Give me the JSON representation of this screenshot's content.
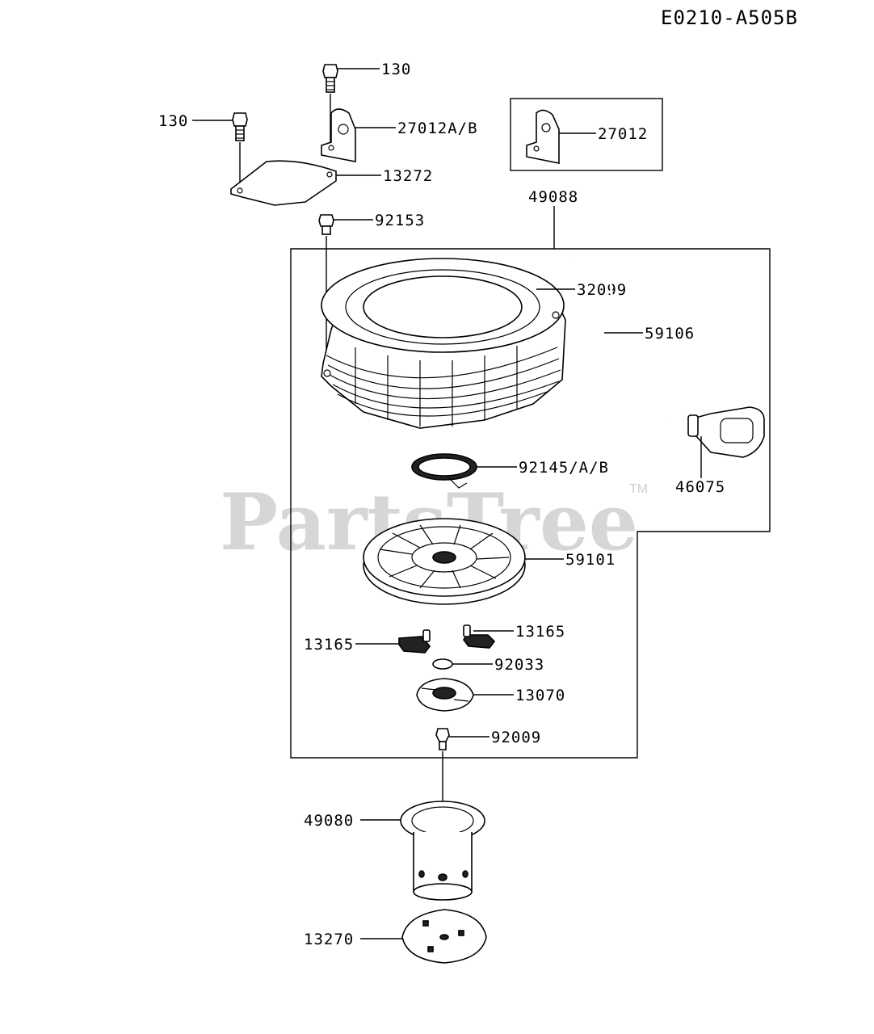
{
  "diagram_code": "E0210-A505B",
  "watermark": "PartsTree",
  "watermark_tm": "TM",
  "labels": {
    "p130_a": "130",
    "p130_b": "130",
    "p27012ab": "27012A/B",
    "p27012": "27012",
    "p13272": "13272",
    "p49088": "49088",
    "p92153": "92153",
    "p32099": "32099",
    "p59106": "59106",
    "p46075": "46075",
    "p92145": "92145/A/B",
    "p59101": "59101",
    "p13165_a": "13165",
    "p13165_b": "13165",
    "p92033": "92033",
    "p13070": "13070",
    "p92009": "92009",
    "p49080": "49080",
    "p13270": "13270"
  }
}
